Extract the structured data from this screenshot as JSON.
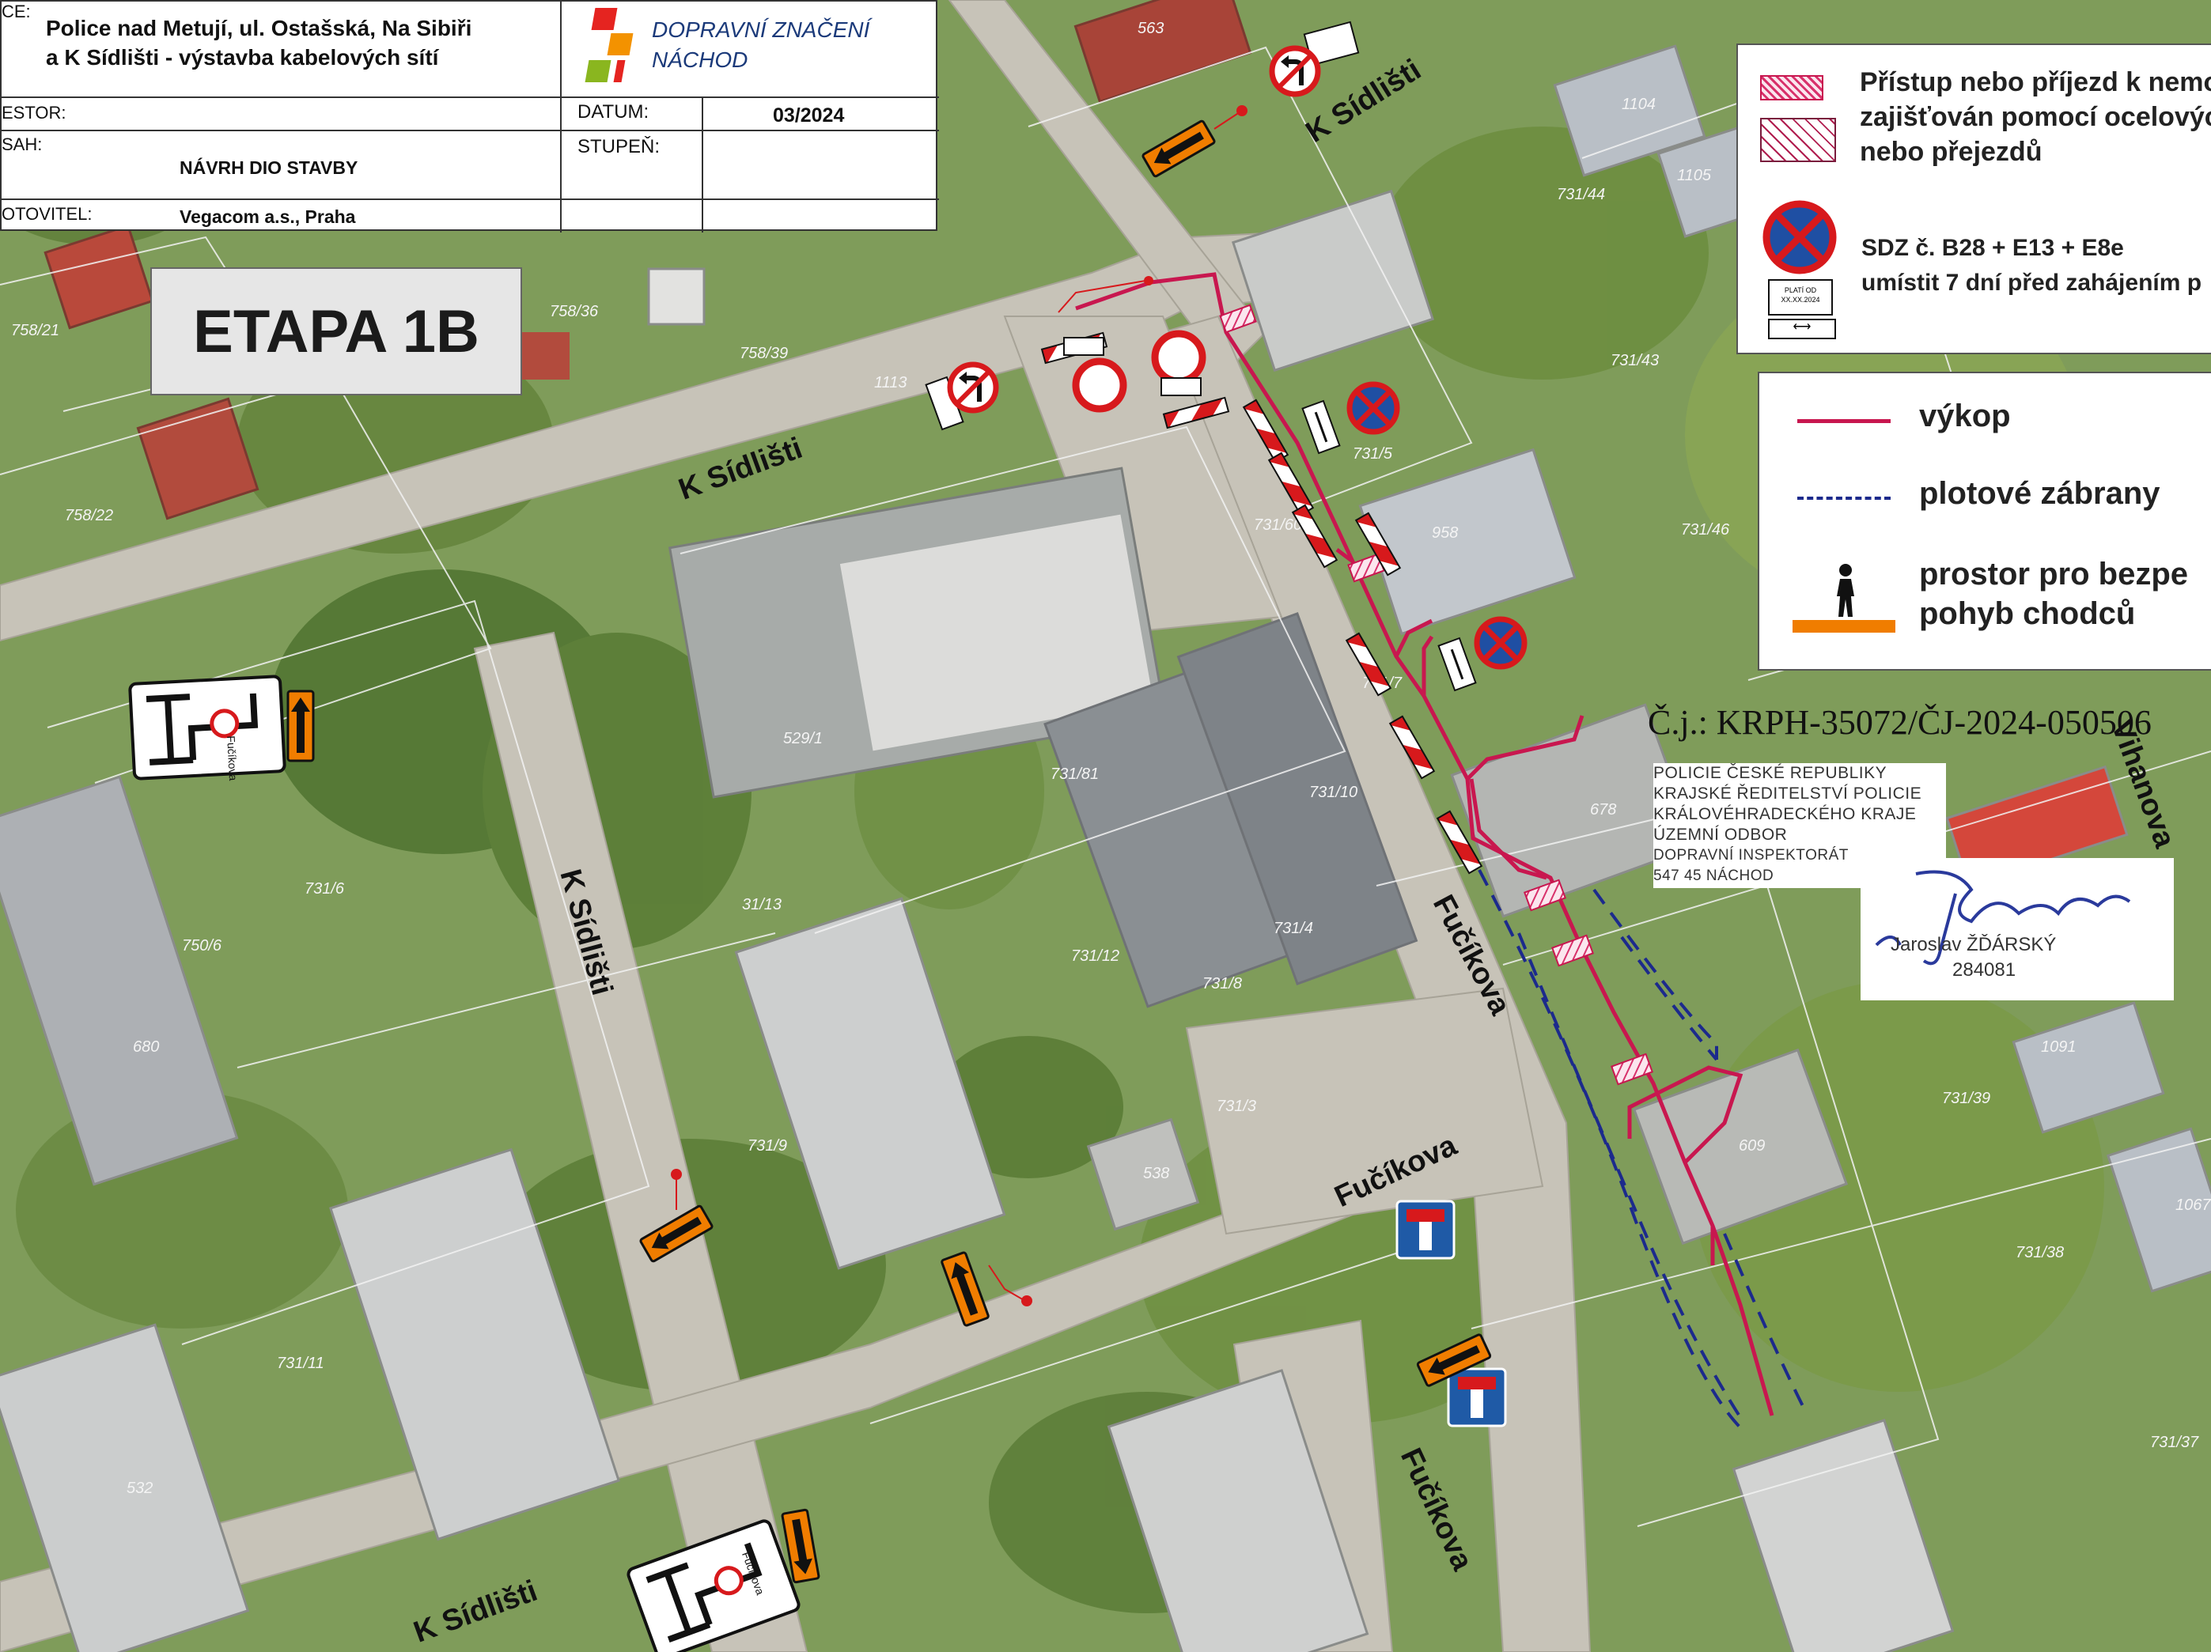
{
  "title_block": {
    "field_label_1": "CE:",
    "project_title_line1": "Police nad Metují, ul. Ostašská, Na Sibiři",
    "project_title_line2": "a K Sídlišti - výstavba kabelových sítí",
    "company_name_line1": "DOPRAVNÍ ZNAČENÍ",
    "company_name_line2": "NÁCHOD",
    "company_logo_colors": [
      "#e52420",
      "#f39200",
      "#8ab61f",
      "#e52420"
    ],
    "investor_label": "ESTOR:",
    "investor_value": "",
    "date_label": "DATUM:",
    "date_value": "03/2024",
    "content_label": "SAH:",
    "content_value": "NÁVRH DIO STAVBY",
    "stage_label": "STUPEŇ:",
    "stage_value": "",
    "contractor_label": "OTOVITEL:",
    "contractor_value": "Vegacom a.s., Praha"
  },
  "stage_box": {
    "label": "ETAPA 1B"
  },
  "legend_top": {
    "access_text_line1": "Přístup nebo příjezd k nemov",
    "access_text_line2": "zajišťován pomocí ocelových",
    "access_text_line3": "nebo přejezdů",
    "sdz_text_line1": "SDZ č. B28 + E13 + E8e",
    "sdz_text_line2": "umístit 7 dní před zahájením p",
    "e13_plate_line1": "PLATÍ OD",
    "e13_plate_line2": "XX.XX.2024"
  },
  "legend_bottom": {
    "excavation_label": "výkop",
    "fence_label": "plotové zábrany",
    "pedestrian_label_line1": "prostor pro bezpe",
    "pedestrian_label_line2": "pohyb chodců",
    "colors": {
      "excavation": "#c8174f",
      "fence": "#1c2a8c",
      "pedestrian": "#f07d00"
    }
  },
  "reference_number": "Č.j.: KRPH-35072/ČJ-2024-050506",
  "police_stamp": {
    "line1": "POLICIE ČESKÉ REPUBLIKY",
    "line2": "KRAJSKÉ ŘEDITELSTVÍ POLICIE",
    "line3": "KRÁLOVÉHRADECKÉHO KRAJE",
    "line4": "ÚZEMNÍ ODBOR",
    "line5": "DOPRAVNÍ INSPEKTORÁT",
    "line6": "547 45 NÁCHOD"
  },
  "signature": {
    "name": "Jaroslav ŽĎÁRSKÝ",
    "number": "284081"
  },
  "streets": {
    "k_sidlisti_top": "K Sídlišti",
    "k_sidlisti_mid": "K Sídlišti",
    "k_sidlisti_vertical": "K Sídlišti",
    "k_sidlisti_bottom": "K Sídlišti",
    "fucikova_1": "Fučíkova",
    "fucikova_2": "Fučíkova",
    "fucikova_3": "Fučíkova",
    "vihanova": "Vihanova"
  },
  "detour_signs": {
    "street_label": "Fučíkova"
  },
  "parcel_labels": [
    "563",
    "1104",
    "1105",
    "731/44",
    "731/43",
    "731/46",
    "758/21",
    "758/36",
    "758/39",
    "1113",
    "758/22",
    "731/5",
    "958",
    "731/60",
    "529/1",
    "731/6",
    "750/6",
    "680",
    "31/13",
    "731/12",
    "678",
    "731/3",
    "731/9",
    "538",
    "609",
    "1091",
    "731/39",
    "1067",
    "731/38",
    "731/11",
    "532",
    "731/37",
    "731/8",
    "731/4",
    "731/7",
    "731/10",
    "731/81"
  ]
}
